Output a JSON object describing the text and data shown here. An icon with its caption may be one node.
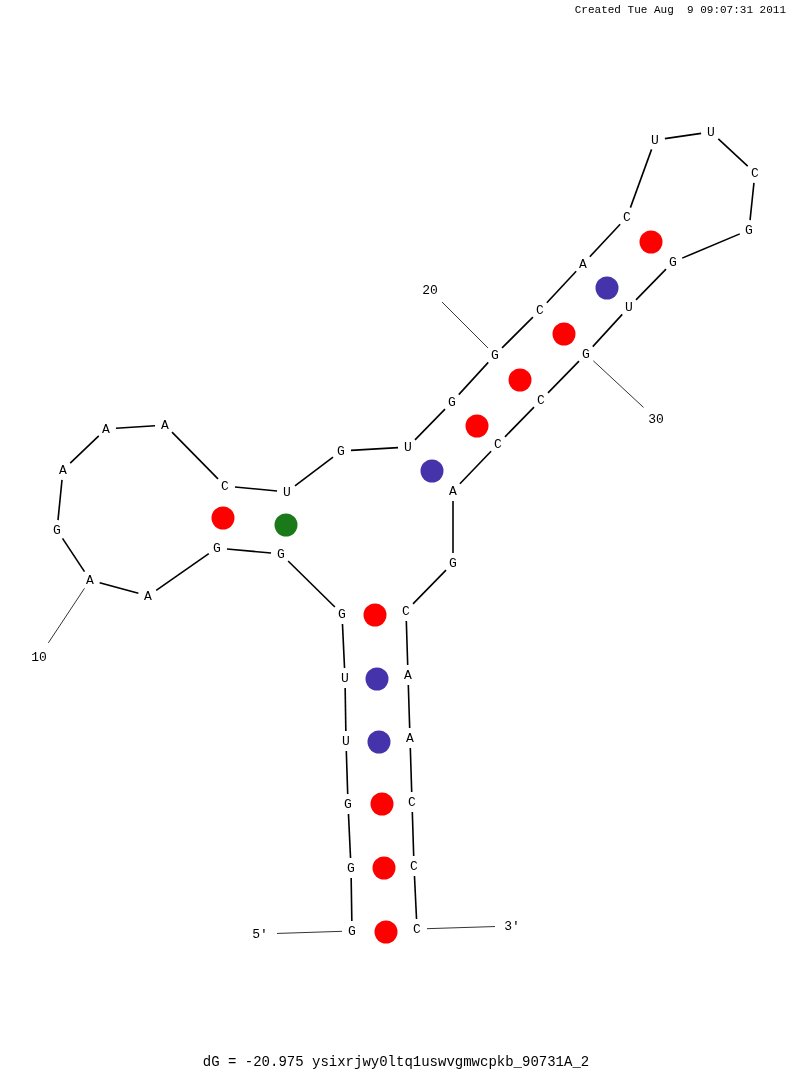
{
  "diagram": {
    "caption": "dG = -20.975 ysixrjwy0ltq1uswvgmwcpkb_90731A_2",
    "nodes": [
      {
        "text": [
          "G"
        ]
      },
      {
        "text": [
          "G"
        ]
      },
      {
        "text": [
          "G"
        ]
      },
      {
        "text": [
          "U"
        ]
      },
      {
        "text": [
          "U"
        ]
      },
      {
        "text": [
          "G"
        ]
      },
      {
        "text": [
          "G"
        ]
      },
      {
        "text": [
          "G"
        ]
      },
      {
        "text": [
          "A"
        ]
      },
      {
        "text": [
          "A"
        ]
      },
      {
        "text": [
          "G"
        ]
      },
      {
        "text": [
          "A"
        ]
      },
      {
        "text": [
          "A"
        ]
      },
      {
        "text": [
          "A"
        ]
      },
      {
        "text": [
          "C"
        ]
      },
      {
        "text": [
          "U"
        ]
      },
      {
        "text": [
          "G"
        ]
      },
      {
        "text": [
          "U"
        ]
      },
      {
        "text": [
          "G"
        ]
      },
      {
        "text": [
          "G"
        ]
      },
      {
        "text": [
          "C"
        ]
      },
      {
        "text": [
          "A"
        ]
      },
      {
        "text": [
          "C"
        ]
      },
      {
        "text": [
          "U"
        ]
      },
      {
        "text": [
          "U"
        ]
      },
      {
        "text": [
          "C"
        ]
      },
      {
        "text": [
          "G"
        ]
      },
      {
        "text": [
          "G"
        ]
      },
      {
        "text": [
          "U"
        ]
      },
      {
        "text": [
          "G"
        ]
      },
      {
        "text": [
          "C"
        ]
      },
      {
        "text": [
          "C"
        ]
      },
      {
        "text": [
          "A"
        ]
      },
      {
        "text": [
          "G"
        ]
      },
      {
        "text": [
          "C"
        ]
      },
      {
        "text": [
          "A"
        ]
      },
      {
        "text": [
          "A"
        ]
      },
      {
        "text": [
          "C"
        ]
      },
      {
        "text": [
          "C"
        ]
      },
      {
        "text": [
          "C"
        ]
      },
      {
        "text": [
          "10"
        ]
      },
      {
        "text": [
          "20"
        ]
      },
      {
        "text": [
          "30"
        ]
      },
      {
        "text": [
          "5′"
        ]
      },
      {
        "text": [
          "3′"
        ]
      }
    ],
    "edges": [
      {
        "from": 0,
        "to": 1,
        "arrow": "none"
      },
      {
        "from": 1,
        "to": 2,
        "arrow": "none"
      },
      {
        "from": 2,
        "to": 3,
        "arrow": "none"
      },
      {
        "from": 3,
        "to": 4,
        "arrow": "none"
      },
      {
        "from": 4,
        "to": 5,
        "arrow": "none"
      },
      {
        "from": 5,
        "to": 6,
        "arrow": "none"
      },
      {
        "from": 6,
        "to": 7,
        "arrow": "none"
      },
      {
        "from": 7,
        "to": 8,
        "arrow": "none"
      },
      {
        "from": 8,
        "to": 9,
        "arrow": "none"
      },
      {
        "from": 9,
        "to": 10,
        "arrow": "none"
      },
      {
        "from": 10,
        "to": 11,
        "arrow": "none"
      },
      {
        "from": 11,
        "to": 12,
        "arrow": "none"
      },
      {
        "from": 12,
        "to": 13,
        "arrow": "none"
      },
      {
        "from": 13,
        "to": 14,
        "arrow": "none"
      },
      {
        "from": 14,
        "to": 15,
        "arrow": "none"
      },
      {
        "from": 15,
        "to": 16,
        "arrow": "none"
      },
      {
        "from": 16,
        "to": 17,
        "arrow": "none"
      },
      {
        "from": 17,
        "to": 18,
        "arrow": "none"
      },
      {
        "from": 18,
        "to": 19,
        "arrow": "none"
      },
      {
        "from": 19,
        "to": 20,
        "arrow": "none"
      },
      {
        "from": 20,
        "to": 21,
        "arrow": "none"
      },
      {
        "from": 21,
        "to": 22,
        "arrow": "none"
      },
      {
        "from": 22,
        "to": 23,
        "arrow": "none"
      },
      {
        "from": 23,
        "to": 24,
        "arrow": "none"
      },
      {
        "from": 24,
        "to": 25,
        "arrow": "none"
      },
      {
        "from": 25,
        "to": 26,
        "arrow": "none"
      },
      {
        "from": 26,
        "to": 27,
        "arrow": "none"
      },
      {
        "from": 27,
        "to": 28,
        "arrow": "none"
      },
      {
        "from": 28,
        "to": 29,
        "arrow": "none"
      },
      {
        "from": 29,
        "to": 30,
        "arrow": "none"
      },
      {
        "from": 30,
        "to": 31,
        "arrow": "none"
      },
      {
        "from": 31,
        "to": 32,
        "arrow": "none"
      },
      {
        "from": 32,
        "to": 33,
        "arrow": "none"
      },
      {
        "from": 33,
        "to": 34,
        "arrow": "none"
      },
      {
        "from": 34,
        "to": 35,
        "arrow": "none"
      },
      {
        "from": 35,
        "to": 36,
        "arrow": "none"
      },
      {
        "from": 36,
        "to": 37,
        "arrow": "none"
      },
      {
        "from": 37,
        "to": 38,
        "arrow": "none"
      },
      {
        "from": 38,
        "to": 39,
        "arrow": "none"
      },
      {
        "from": 40,
        "to": 9,
        "arrow": "none"
      },
      {
        "from": 41,
        "to": 19,
        "arrow": "none"
      },
      {
        "from": 42,
        "to": 29,
        "arrow": "none"
      },
      {
        "from": 43,
        "to": 0,
        "arrow": "none"
      },
      {
        "from": 44,
        "to": 39,
        "arrow": "none"
      }
    ],
    "labels": [
      "Created Tue Aug  9 09:07:31 2011"
    ]
  }
}
